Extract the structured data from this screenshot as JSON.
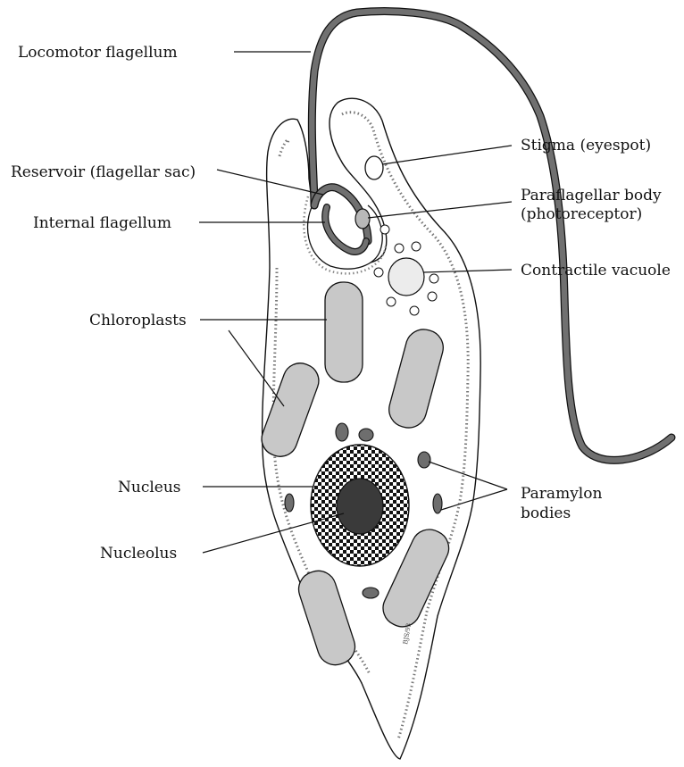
{
  "labels": {
    "locomotor_flagellum": "Locomotor flagellum",
    "reservoir": "Reservoir (flagellar sac)",
    "internal_flagellum": "Internal flagellum",
    "chloroplasts": "Chloroplasts",
    "nucleus": "Nucleus",
    "nucleolus": "Nucleolus",
    "stigma": "Stigma (eyespot)",
    "paraflagellar_line1": "Paraflagellar body",
    "paraflagellar_line2": "(photoreceptor)",
    "contractile_vacuole": "Contractile vacuole",
    "paramylon_line1": "Paramylon",
    "paramylon_line2": "bodies"
  },
  "signature": "BJS/93",
  "colors": {
    "flagellum": "#707070",
    "chloroplast": "#c8c8c8",
    "nucleolus": "#3a3a3a",
    "paramylon": "#6e6e6e",
    "vacuole": "#ececec",
    "outline": "#111111"
  }
}
